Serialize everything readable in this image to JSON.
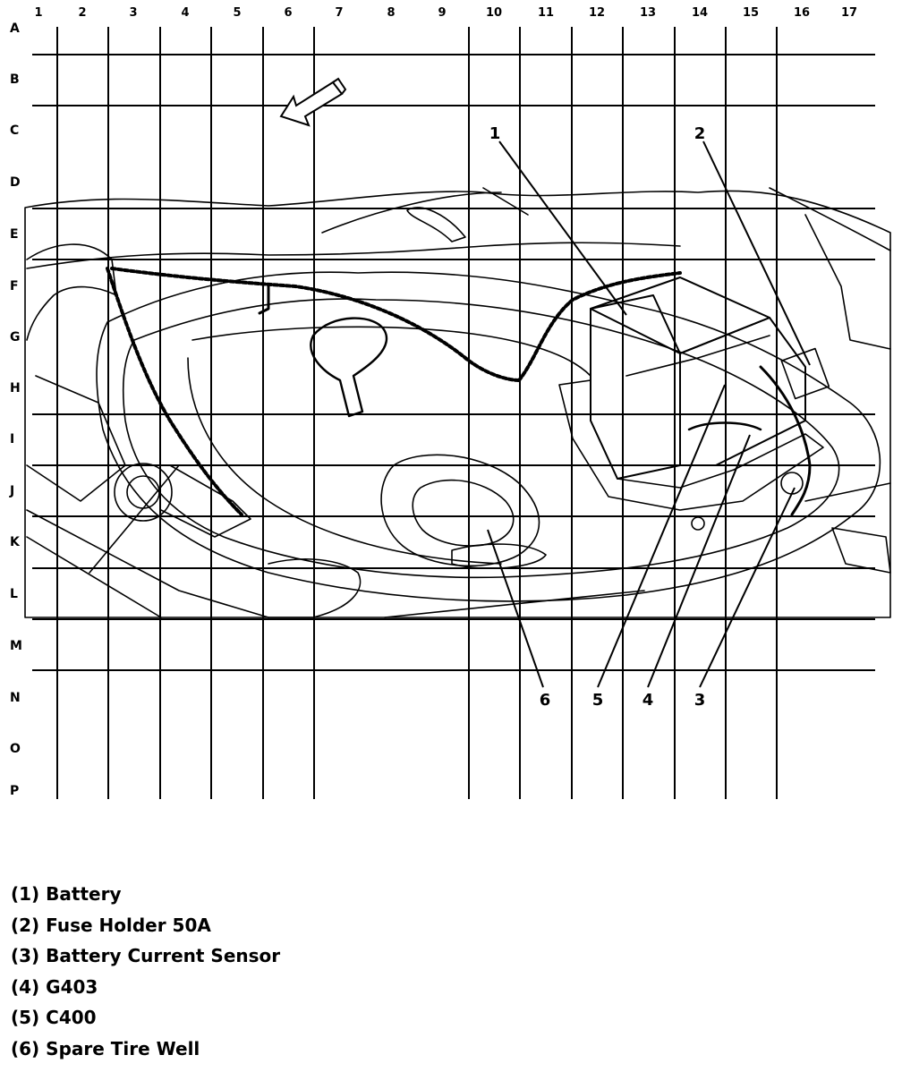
{
  "grid": {
    "columns": [
      "1",
      "2",
      "3",
      "4",
      "5",
      "6",
      "7",
      "8",
      "9",
      "10",
      "11",
      "12",
      "13",
      "14",
      "15",
      "16",
      "17"
    ],
    "rows": [
      "A",
      "B",
      "C",
      "D",
      "E",
      "F",
      "G",
      "H",
      "I",
      "J",
      "K",
      "L",
      "M",
      "N",
      "O",
      "P"
    ]
  },
  "callouts": [
    {
      "id": "1",
      "label": "1"
    },
    {
      "id": "2",
      "label": "2"
    },
    {
      "id": "3",
      "label": "3"
    },
    {
      "id": "4",
      "label": "4"
    },
    {
      "id": "5",
      "label": "5"
    },
    {
      "id": "6",
      "label": "6"
    }
  ],
  "legend": [
    {
      "text": "(1) Battery"
    },
    {
      "text": "(2) Fuse Holder 50A"
    },
    {
      "text": "(3) Battery Current Sensor"
    },
    {
      "text": "(4) G403"
    },
    {
      "text": "(5) C400"
    },
    {
      "text": "(6) Spare Tire Well"
    }
  ]
}
